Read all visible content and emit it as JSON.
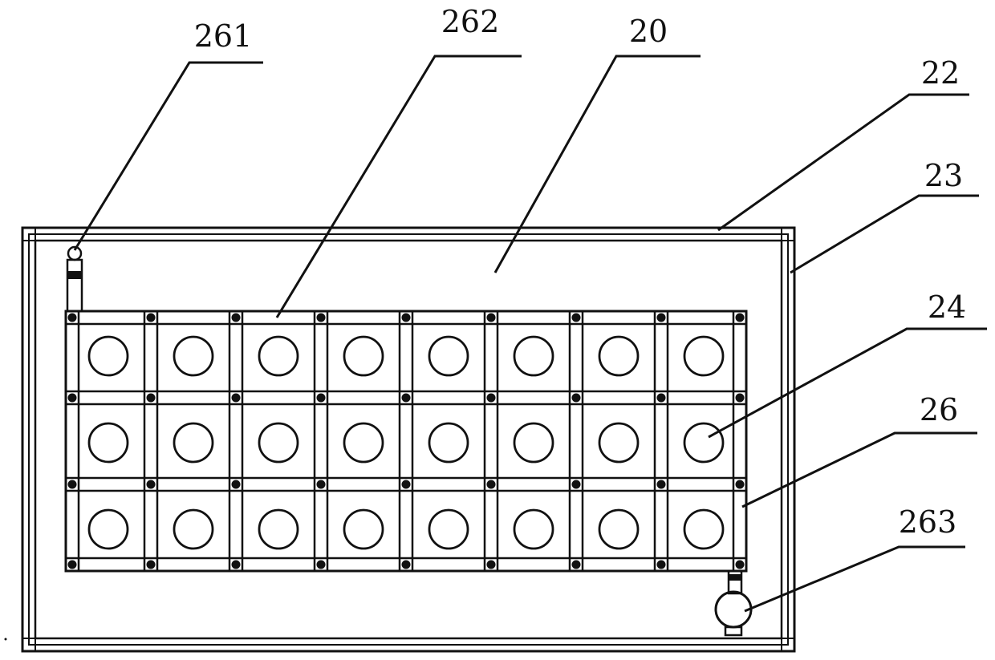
{
  "labels": {
    "l261": "261",
    "l262": "262",
    "l20": "20",
    "l22": "22",
    "l23": "23",
    "l24": "24",
    "l26": "26",
    "l263": "263"
  },
  "grid": {
    "rows": 3,
    "cols": 8
  },
  "colors": {
    "ink": "#111111",
    "paper": "#ffffff"
  }
}
